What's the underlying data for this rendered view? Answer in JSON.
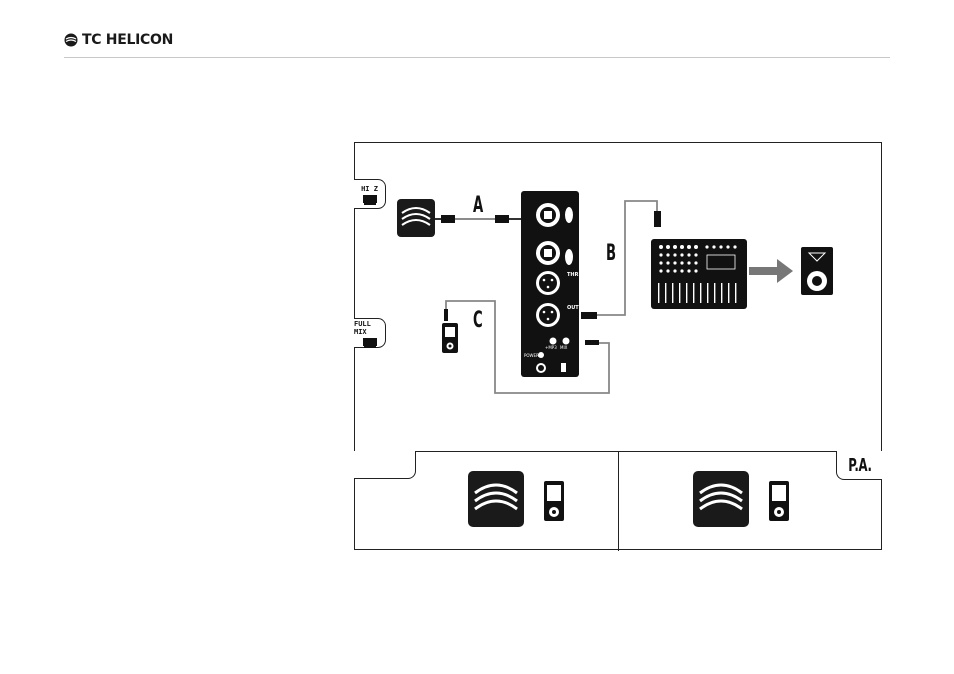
{
  "header": {
    "brand": "TC HELICON"
  },
  "diagram": {
    "label_a": "A",
    "label_b": "B",
    "label_c": "C",
    "tab_hiz": "HI Z",
    "tab_fullmix": "FULL MIX",
    "pa_label": "P.A.",
    "port_thru": "THRU",
    "port_out": "OUT",
    "port_power": "POWER",
    "port_mix": "MIX",
    "port_mp3": "+MP3"
  }
}
